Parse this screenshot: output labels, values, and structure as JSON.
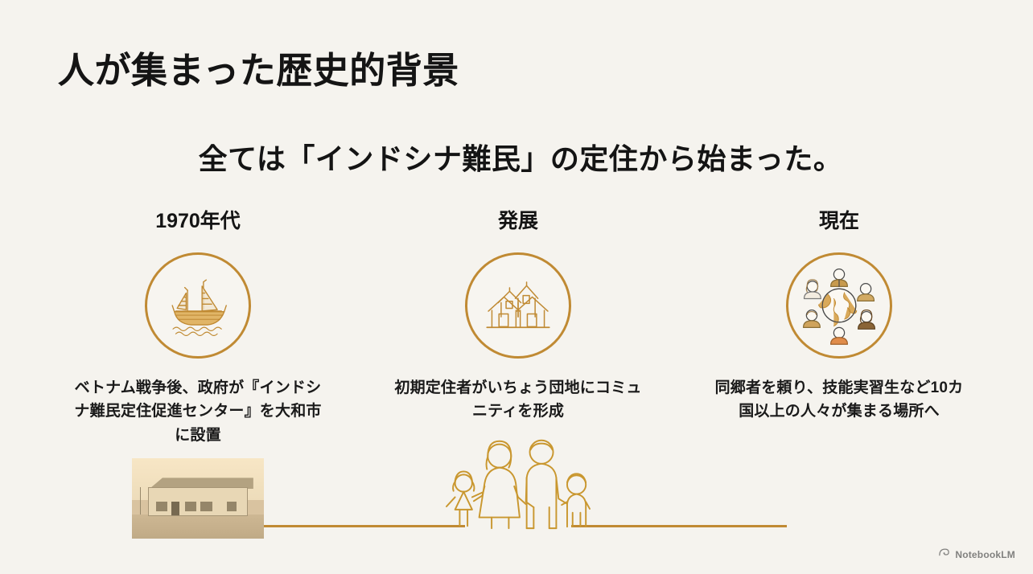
{
  "slide": {
    "background_color": "#f5f3ee",
    "accent_color": "#c08a33",
    "text_color": "#141414"
  },
  "header": {
    "title": "人が集まった歴史的背景",
    "subtitle": "全ては「インドシナ難民」の定住から始まった。"
  },
  "timeline": {
    "steps": [
      {
        "label": "1970年代",
        "icon": "refugee-boat-icon",
        "description": "ベトナム戦争後、政府が『インドシナ難民定住促進センター』を大和市に設置",
        "media": "historic-building-photo"
      },
      {
        "label": "発展",
        "icon": "houses-community-icon",
        "description": "初期定住者がいちょう団地にコミュニティを形成",
        "media": "family-of-four-illustration"
      },
      {
        "label": "現在",
        "icon": "globe-people-icon",
        "description": "同郷者を頼り、技能実習生など10カ国以上の人々が集まる場所へ",
        "media": ""
      }
    ]
  },
  "watermark": {
    "icon": "notebooklm-logo-icon",
    "label": "NotebookLM"
  }
}
